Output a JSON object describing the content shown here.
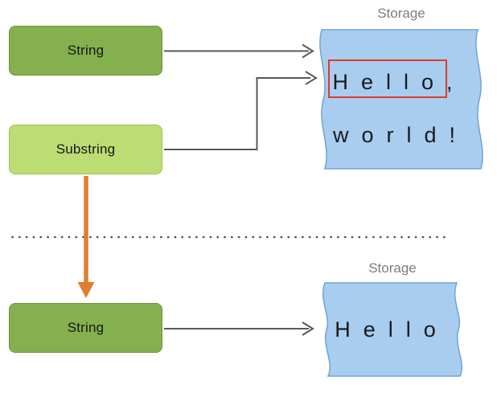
{
  "colors": {
    "string_box_fill": "#84b04e",
    "string_box_border": "#6f9440",
    "substring_box_fill": "#bcdc74",
    "substring_box_border": "#a2c25d",
    "storage_fill": "#a8cdef",
    "storage_border": "#6fa3d8",
    "highlight_red": "#e03a2d",
    "arrow_gray": "#58585a",
    "arrow_orange": "#dd7f2e",
    "label_gray": "#7d7d7d",
    "text_black": "#1a1a1a"
  },
  "top": {
    "string_label": "String",
    "substring_label": "Substring",
    "storage_label": "Storage",
    "storage_line1": "Hello,",
    "storage_line2": "world!"
  },
  "bottom": {
    "string_label": "String",
    "storage_label": "Storage",
    "storage_line1": "Hello"
  }
}
